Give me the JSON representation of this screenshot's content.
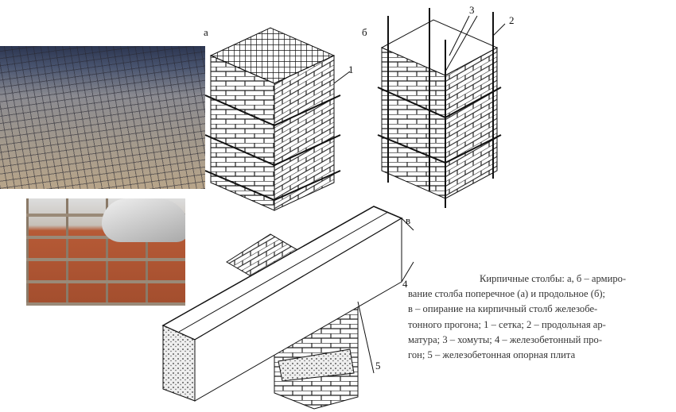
{
  "labels": {
    "a": "а",
    "b": "б",
    "v": "в",
    "n1": "1",
    "n2": "2",
    "n3": "3",
    "n4": "4",
    "n5": "5"
  },
  "caption": {
    "lines": [
      "Кирпичные столбы: а, б – армиро-",
      "вание столба поперечное (а) и продольное (б);",
      "в – опирание на кирпичный  столб железобе-",
      "тонного  прогона; 1 – сетка; 2 – продольная ар-",
      "матура; 3 – хомуты; 4 – железобетонный про-",
      "гон; 5 – железобетонная опорная плита"
    ]
  }
}
